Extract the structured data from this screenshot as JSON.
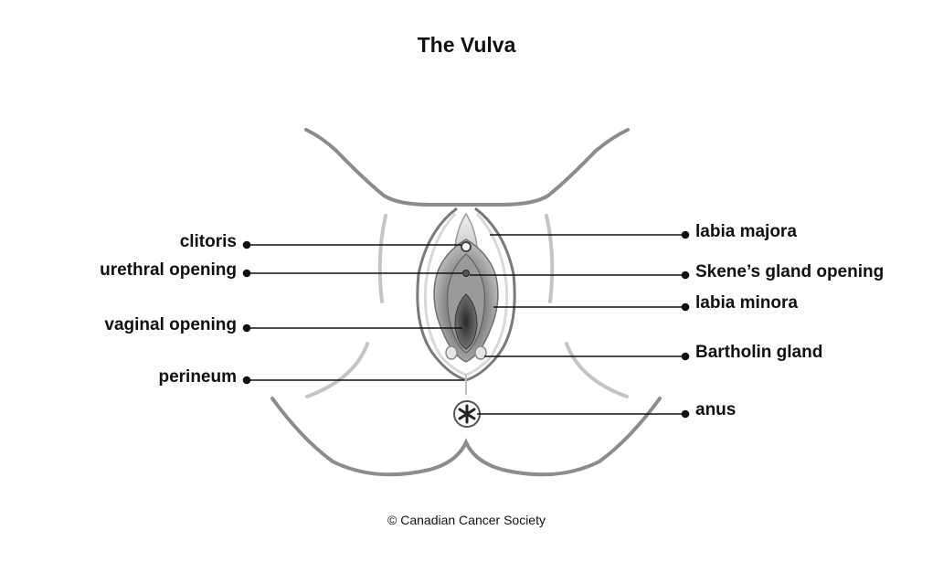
{
  "title": "The Vulva",
  "labels_left": {
    "clitoris": "clitoris",
    "urethral_opening": "urethral opening",
    "vaginal_opening": "vaginal opening",
    "perineum": "perineum"
  },
  "labels_right": {
    "labia_majora": "labia majora",
    "skenes_gland_opening": "Skene’s gland opening",
    "labia_minora": "labia minora",
    "bartholin_gland": "Bartholin gland",
    "anus": "anus"
  },
  "credit": "© Canadian Cancer Society"
}
